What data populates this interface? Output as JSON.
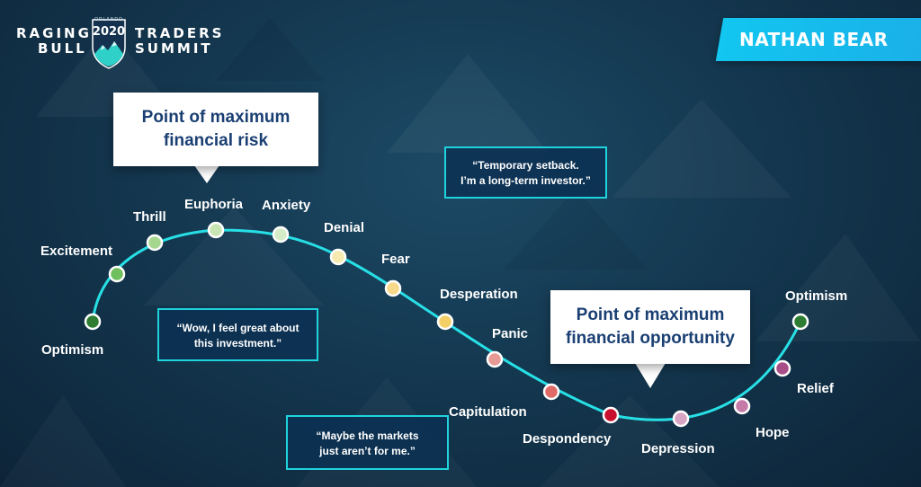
{
  "logo": {
    "word_left_top": "RAGING",
    "word_left_bottom": "BULL",
    "word_right_top": "TRADERS",
    "word_right_bottom": "SUMMIT",
    "badge_year": "2020",
    "badge_city": "ORLANDO"
  },
  "speaker": {
    "name": "NATHAN BEAR"
  },
  "callouts": {
    "risk": [
      "Point of maximum",
      "financial risk"
    ],
    "opportunity": [
      "Point of maximum",
      "financial opportunity"
    ]
  },
  "quotes": {
    "setback": [
      "“Temporary setback.",
      "I’m a long-term investor.”"
    ],
    "great": [
      "“Wow, I feel great about",
      "this investment.”"
    ],
    "markets": [
      "“Maybe the markets",
      "just aren’t for me.”"
    ]
  },
  "stages": [
    {
      "label": "Optimism",
      "color": "#2e7d32"
    },
    {
      "label": "Excitement",
      "color": "#6fbf5f"
    },
    {
      "label": "Thrill",
      "color": "#a6d68f"
    },
    {
      "label": "Euphoria",
      "color": "#c8e6b4"
    },
    {
      "label": "Anxiety",
      "color": "#d6ecc8"
    },
    {
      "label": "Denial",
      "color": "#f6eab0"
    },
    {
      "label": "Fear",
      "color": "#f6d98a"
    },
    {
      "label": "Desperation",
      "color": "#f3cf66"
    },
    {
      "label": "Panic",
      "color": "#e89a96"
    },
    {
      "label": "Capitulation",
      "color": "#e06a66"
    },
    {
      "label": "Despondency",
      "color": "#c8102e"
    },
    {
      "label": "Depression",
      "color": "#d8a4c4"
    },
    {
      "label": "Hope",
      "color": "#c67aa8"
    },
    {
      "label": "Relief",
      "color": "#a84d86"
    },
    {
      "label": "Optimism",
      "color": "#2e7d32"
    }
  ],
  "colors": {
    "curve": "#27e0e6",
    "accent": "#12c6f0"
  }
}
